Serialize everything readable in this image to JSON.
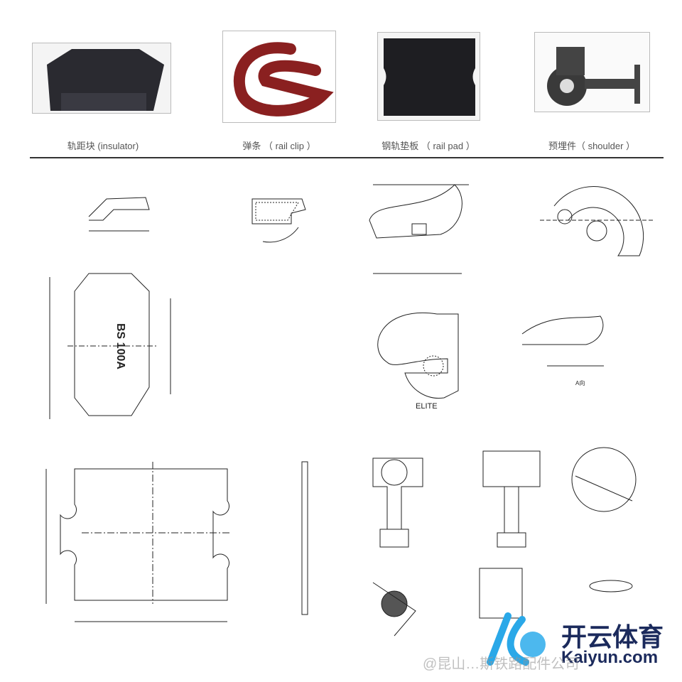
{
  "products": [
    {
      "label": "轨距块 (insulator)"
    },
    {
      "label": "弹条 （ rail clip ）"
    },
    {
      "label": "钢轨垫板 （ rail pad ）"
    },
    {
      "label": "预埋件（ shoulder ）"
    }
  ],
  "drawings": {
    "insulator_mark": "BS 100A",
    "clip_mark": "ELITE",
    "clip_view_label": "A向"
  },
  "watermark": {
    "brand_cn": "开云体育",
    "brand_en": "Kaiyun.com",
    "source": "@昆山…斯铁路配件公司"
  },
  "colors": {
    "clip": "#8a2020",
    "part": "#2a2a30",
    "brand": "#1b2a5c",
    "accent": "#2aa8e8"
  }
}
